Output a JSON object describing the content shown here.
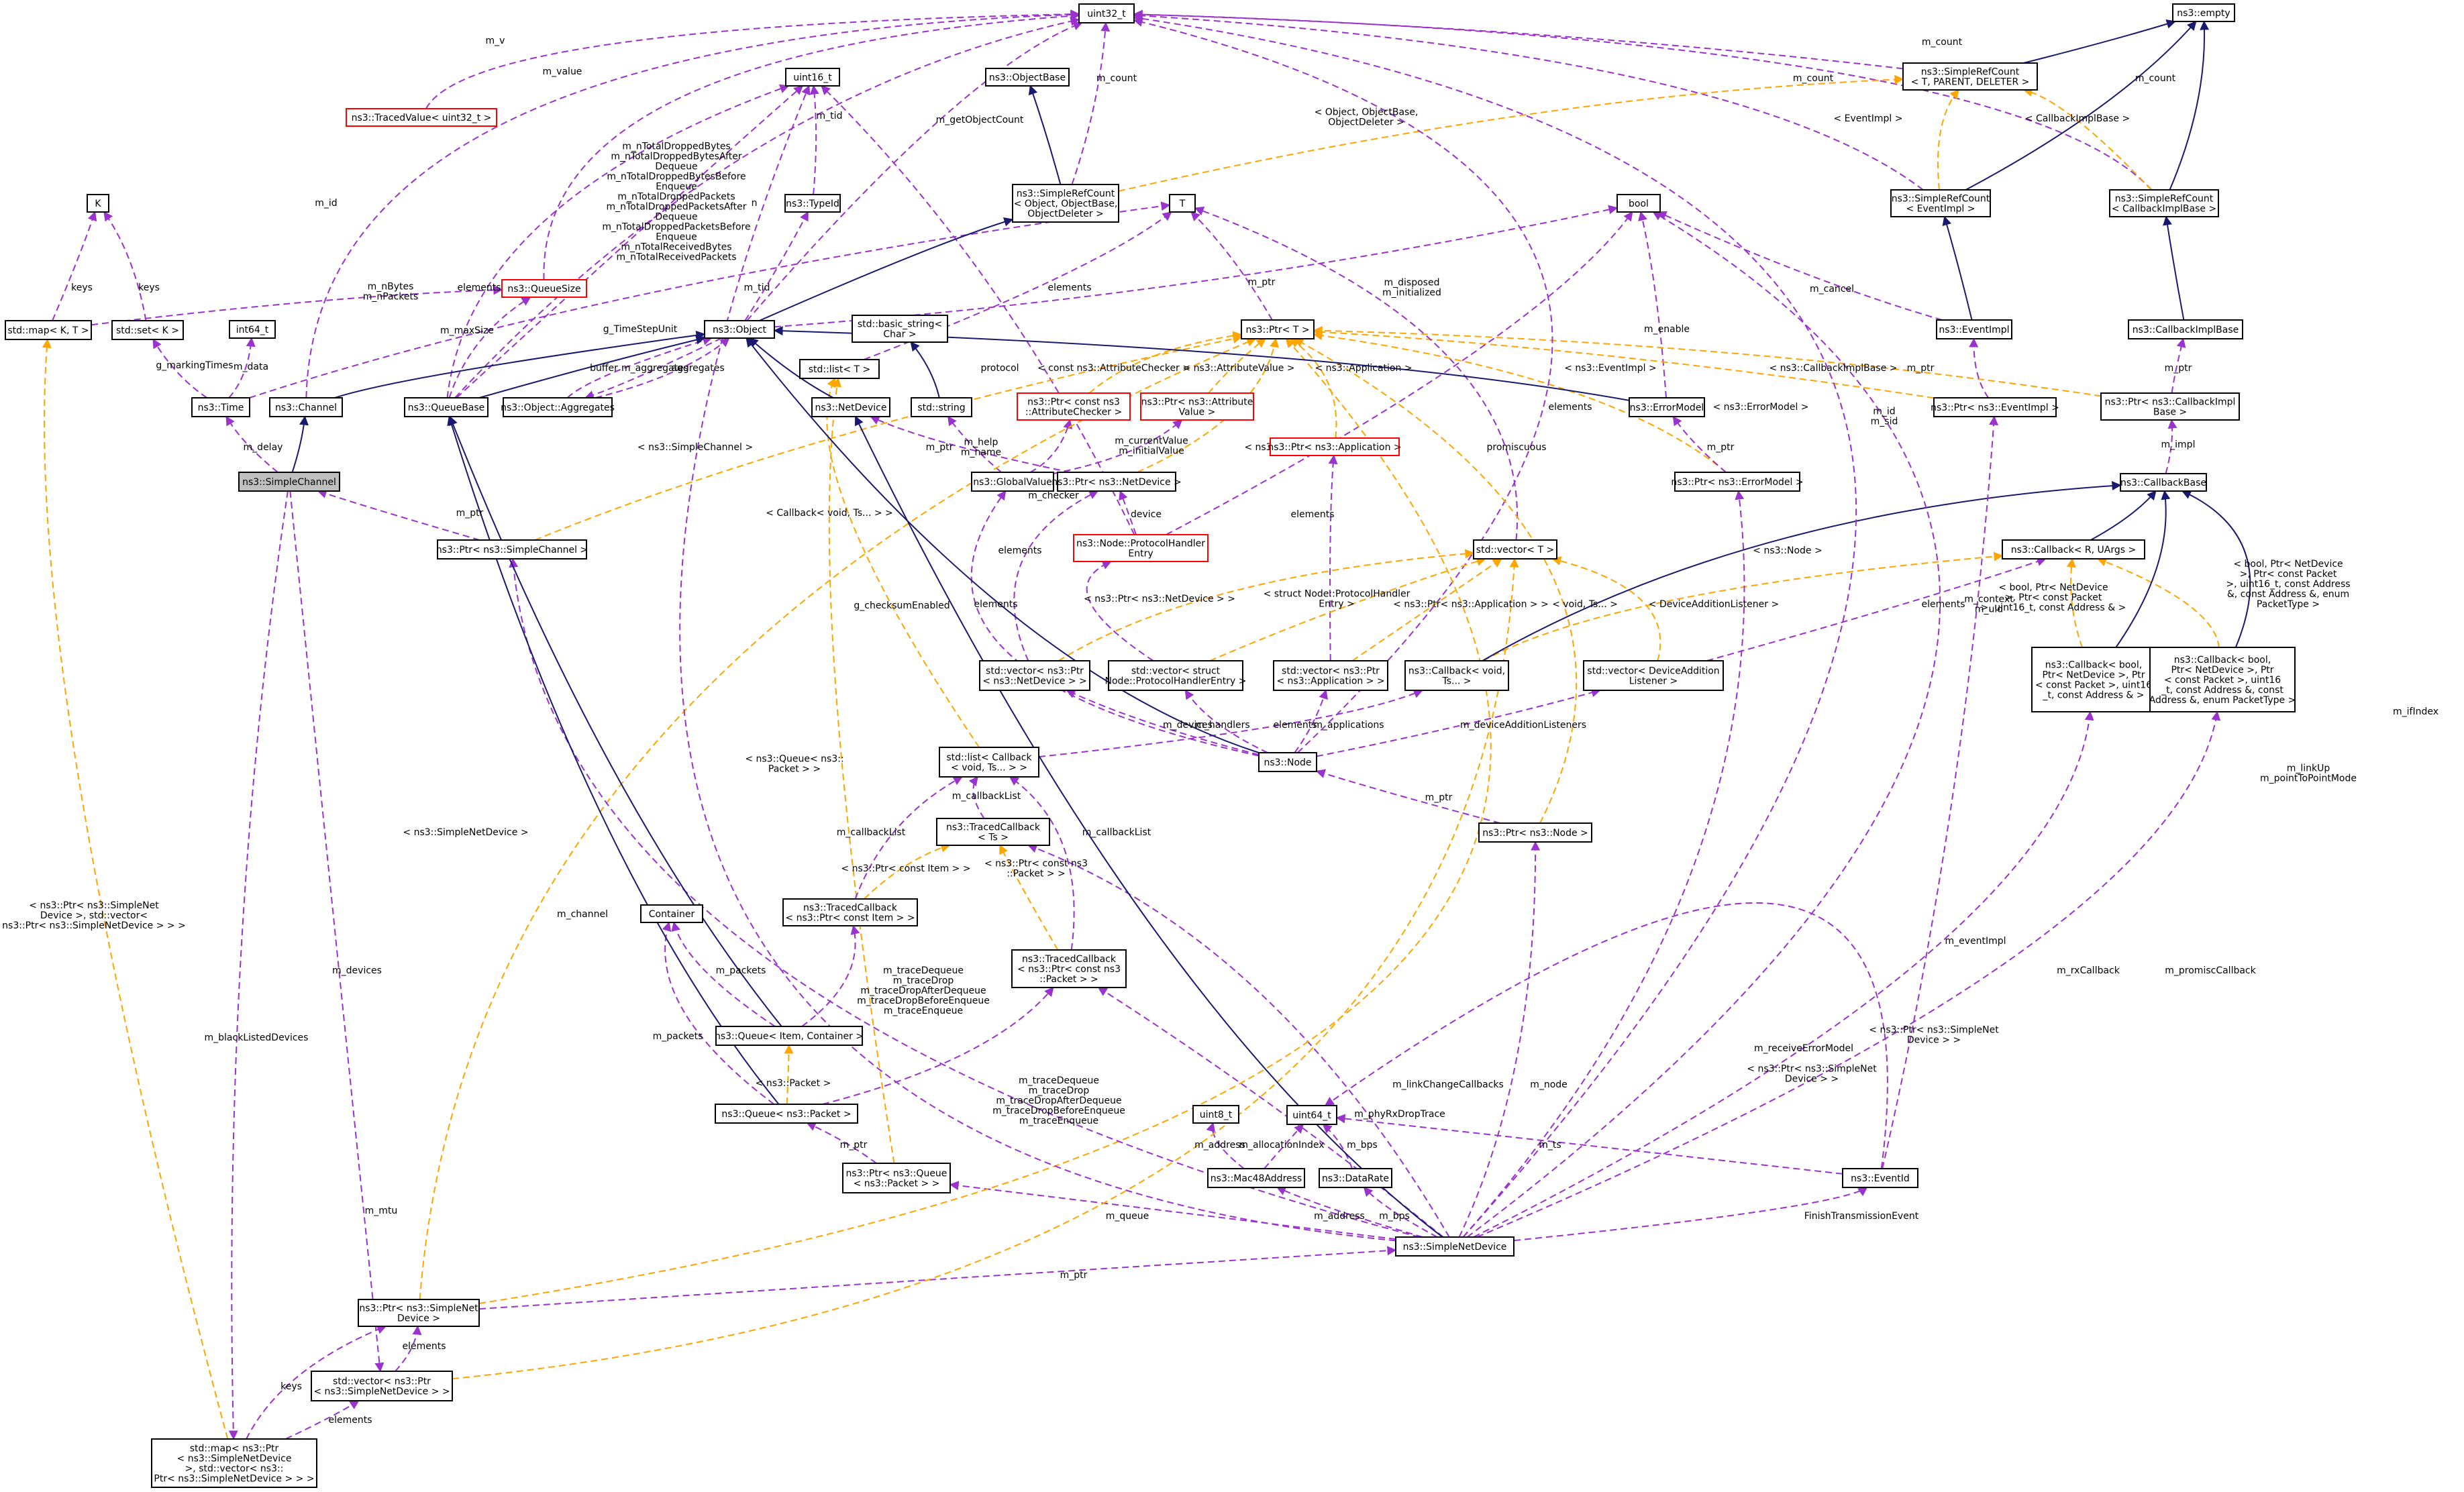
{
  "colors": {
    "usage": "#9a32cd",
    "template": "#ffa500",
    "inheritance": "#191970",
    "missing_doc": "#ff0000",
    "focus_fill": "#bfbfbf"
  },
  "nodes": {
    "uint32_t": [
      "uint32_t"
    ],
    "ns3_empty": [
      "ns3::empty"
    ],
    "traced_value": [
      "ns3::TracedValue< uint32_t >"
    ],
    "uint16_t": [
      "uint16_t"
    ],
    "object_base": [
      "ns3::ObjectBase"
    ],
    "srefcount_tpd": [
      "ns3::SimpleRefCount",
      "< T, PARENT, DELETER >"
    ],
    "srefcount_obj": [
      "ns3::SimpleRefCount",
      "< Object, ObjectBase,",
      "ObjectDeleter >"
    ],
    "K": [
      "K"
    ],
    "T": [
      "T"
    ],
    "bool": [
      "bool"
    ],
    "srefcount_event": [
      "ns3::SimpleRefCount",
      "< EventImpl >"
    ],
    "srefcount_cb": [
      "ns3::SimpleRefCount",
      "< CallbackImplBase >"
    ],
    "typeid": [
      "ns3::TypeId"
    ],
    "std_map_kt": [
      "std::map< K, T >"
    ],
    "std_set_k": [
      "std::set< K >"
    ],
    "int64_t": [
      "int64_t"
    ],
    "queue_size": [
      "ns3::QueueSize"
    ],
    "ns3_object": [
      "ns3::Object"
    ],
    "basic_string": [
      "std::basic_string<",
      "Char >"
    ],
    "ptr_t": [
      "ns3::Ptr< T >"
    ],
    "event_impl": [
      "ns3::EventImpl"
    ],
    "callback_impl_base": [
      "ns3::CallbackImplBase"
    ],
    "std_list_t": [
      "std::list< T >"
    ],
    "ns3_time": [
      "ns3::Time"
    ],
    "ns3_channel": [
      "ns3::Channel"
    ],
    "queue_base": [
      "ns3::QueueBase"
    ],
    "object_aggregates": [
      "ns3::Object::Aggregates"
    ],
    "net_device": [
      "ns3::NetDevice"
    ],
    "std_string": [
      "std::string"
    ],
    "ptr_attr_checker": [
      "ns3::Ptr< const ns3",
      "::AttributeChecker >"
    ],
    "ptr_attr_value": [
      "ns3::Ptr< ns3::Attribute",
      "Value >"
    ],
    "ptr_application": [
      "ns3::Ptr< ns3::Application >"
    ],
    "error_model": [
      "ns3::ErrorModel"
    ],
    "ptr_event_impl": [
      "ns3::Ptr< ns3::EventImpl >"
    ],
    "ptr_cb_impl": [
      "ns3::Ptr< ns3::CallbackImpl",
      "Base >"
    ],
    "simple_channel": [
      "ns3::SimpleChannel"
    ],
    "global_value": [
      "ns3::GlobalValue"
    ],
    "ptr_netdevice": [
      "ns3::Ptr< ns3::NetDevice >"
    ],
    "ptr_error_model": [
      "ns3::Ptr< ns3::ErrorModel >"
    ],
    "callback_base": [
      "ns3::CallbackBase"
    ],
    "ptr_simple_channel": [
      "ns3::Ptr< ns3::SimpleChannel >"
    ],
    "protocol_handler": [
      "ns3::Node::ProtocolHandler",
      "Entry"
    ],
    "std_vector_t": [
      "std::vector< T >"
    ],
    "callback_r_uargs": [
      "ns3::Callback< R, UArgs >"
    ],
    "vec_ptr_netdevice": [
      "std::vector< ns3::Ptr",
      "< ns3::NetDevice > >"
    ],
    "vec_handler": [
      "std::vector< struct",
      "Node::ProtocolHandlerEntry >"
    ],
    "vec_ptr_app": [
      "std::vector< ns3::Ptr",
      "< ns3::Application > >"
    ],
    "callback_void_ts": [
      "ns3::Callback< void,",
      "Ts... >"
    ],
    "vec_dev_add": [
      "std::vector< DeviceAddition",
      "Listener >"
    ],
    "callback_bool1": [
      "ns3::Callback< bool,",
      "Ptr< NetDevice >, Ptr",
      "< const Packet >, uint16",
      "_t, const Address & >"
    ],
    "callback_bool2": [
      "ns3::Callback< bool,",
      "Ptr< NetDevice >, Ptr",
      "< const Packet >, uint16",
      "_t, const Address &, const",
      "Address &, enum PacketType >"
    ],
    "list_callback": [
      "std::list< Callback",
      "< void, Ts... > >"
    ],
    "ns3_node": [
      "ns3::Node"
    ],
    "traced_cb_ts": [
      "ns3::TracedCallback",
      "< Ts >"
    ],
    "ptr_node": [
      "ns3::Ptr< ns3::Node >"
    ],
    "container": [
      "Container"
    ],
    "traced_cb_item": [
      "ns3::TracedCallback",
      "< ns3::Ptr< const Item > >"
    ],
    "traced_cb_packet": [
      "ns3::TracedCallback",
      "< ns3::Ptr< const ns3",
      "::Packet > >"
    ],
    "queue_item": [
      "ns3::Queue< Item, Container >"
    ],
    "queue_packet": [
      "ns3::Queue< ns3::Packet >"
    ],
    "uint8_t": [
      "uint8_t"
    ],
    "uint64_t": [
      "uint64_t"
    ],
    "ptr_queue": [
      "ns3::Ptr< ns3::Queue",
      "< ns3::Packet > >"
    ],
    "mac48": [
      "ns3::Mac48Address"
    ],
    "data_rate": [
      "ns3::DataRate"
    ],
    "event_id": [
      "ns3::EventId"
    ],
    "simple_net_device": [
      "ns3::SimpleNetDevice"
    ],
    "ptr_snd": [
      "ns3::Ptr< ns3::SimpleNet",
      "Device >"
    ],
    "vec_ptr_snd": [
      "std::vector< ns3::Ptr",
      "< ns3::SimpleNetDevice > >"
    ],
    "map_ptr_snd": [
      "std::map< ns3::Ptr",
      "< ns3::SimpleNetDevice",
      ">, std::vector< ns3::",
      "Ptr< ns3::SimpleNetDevice > > >"
    ]
  },
  "edge_labels": {
    "m_v": [
      "m_v"
    ],
    "m_id": [
      "m_id"
    ],
    "m_value": [
      "m_value"
    ],
    "n": [
      "n"
    ],
    "m_getObjectCount": [
      "m_getObjectCount"
    ],
    "m_count_obj": [
      "m_count"
    ],
    "m_tid_u16": [
      "m_tid"
    ],
    "m_count_tpd": [
      "m_count"
    ],
    "m_count_event": [
      "m_count"
    ],
    "m_count_cb": [
      "m_count"
    ],
    "obj_deleter": [
      "< Object, ObjectBase,",
      "ObjectDeleter >"
    ],
    "lbl_event_impl": [
      "< EventImpl >"
    ],
    "lbl_cb_impl_base": [
      "< CallbackImplBase >"
    ],
    "dropped": [
      "m_nTotalDroppedBytes",
      "m_nTotalDroppedBytesAfter",
      "Dequeue",
      "m_nTotalDroppedBytesBefore",
      "Enqueue",
      "m_nTotalDroppedPackets",
      "m_nTotalDroppedPacketsAfter",
      "Dequeue",
      "m_nTotalDroppedPacketsBefore",
      "Enqueue",
      "m_nTotalReceivedBytes",
      "m_nTotalReceivedPackets"
    ],
    "keys_map": [
      "keys"
    ],
    "keys_set": [
      "keys"
    ],
    "m_nbytes": [
      "m_nBytes",
      "m_nPackets"
    ],
    "elements_qs": [
      "elements"
    ],
    "m_tid_obj": [
      "m_tid"
    ],
    "elements_list": [
      "elements"
    ],
    "m_ptr_t": [
      "m_ptr"
    ],
    "m_disposed": [
      "m_disposed",
      "m_initialized"
    ],
    "m_enable": [
      "m_enable"
    ],
    "m_cancel": [
      "m_cancel"
    ],
    "m_maxsize": [
      "m_maxSize"
    ],
    "g_timestepunit": [
      "g_TimeStepUnit"
    ],
    "g_markingtimes": [
      "g_markingTimes"
    ],
    "m_data": [
      "m_data"
    ],
    "buffer": [
      "buffer"
    ],
    "m_aggregates": [
      "m_aggregates"
    ],
    "aggregates": [
      "aggregates"
    ],
    "protocol": [
      "protocol"
    ],
    "attr_checker": [
      "< const ns3::AttributeChecker >"
    ],
    "attr_value": [
      "< ns3::AttributeValue >"
    ],
    "lbl_application": [
      "< ns3::Application >"
    ],
    "lbl_eventimpl": [
      "< ns3::EventImpl >"
    ],
    "lbl_cbimplbase": [
      "< ns3::CallbackImplBase >"
    ],
    "m_ptr_event": [
      "m_ptr"
    ],
    "m_ptr_cb": [
      "m_ptr"
    ],
    "m_impl": [
      "m_impl"
    ],
    "m_delay": [
      "m_delay"
    ],
    "m_help": [
      "m_help",
      "m_name"
    ],
    "m_current": [
      "m_currentValue",
      "m_initialValue"
    ],
    "m_checker": [
      "m_checker"
    ],
    "m_ptr_string": [
      "m_ptr"
    ],
    "lbl_netdevice": [
      "< ns3::NetDevice >"
    ],
    "promiscuous": [
      "promiscuous"
    ],
    "elements_vec": [
      "elements"
    ],
    "lbl_errormodel": [
      "< ns3::ErrorModel >"
    ],
    "m_ptr_em": [
      "m_ptr"
    ],
    "m_id_sid": [
      "m_id",
      "m_sid"
    ],
    "lbl_simplechannel": [
      "< ns3::SimpleChannel >"
    ],
    "m_ptr_sc": [
      "m_ptr"
    ],
    "device": [
      "device"
    ],
    "elements_app": [
      "elements"
    ],
    "cb_void_ts": [
      "< Callback< void, Ts... > >"
    ],
    "elements_nd": [
      "elements"
    ],
    "elements_nd2": [
      "elements"
    ],
    "lbl_ptr_netdevice": [
      "< ns3::Ptr< ns3::NetDevice > >"
    ],
    "lbl_struct_handler": [
      "< struct Node::ProtocolHandler",
      "Entry >"
    ],
    "lbl_ptr_app": [
      "< ns3::Ptr< ns3::Application > >"
    ],
    "lbl_void_ts": [
      "< void, Ts... >"
    ],
    "lbl_dev_add": [
      "< DeviceAdditionListener >"
    ],
    "elements_dal": [
      "elements"
    ],
    "lbl_node": [
      "< ns3::Node >"
    ],
    "m_context": [
      "m_context",
      "m_uid"
    ],
    "lbl_bool1": [
      "< bool, Ptr< NetDevice",
      ">, Ptr< const Packet",
      ">, uint16_t, const Address & >"
    ],
    "lbl_bool2": [
      "< bool, Ptr< NetDevice",
      ">, Ptr< const Packet",
      ">, uint16_t, const Address",
      "&, const Address &, enum",
      "PacketType >"
    ],
    "g_checksum": [
      "g_checksumEnabled"
    ],
    "m_devices_node": [
      "m_devices"
    ],
    "m_handlers": [
      "m_handlers"
    ],
    "elements_cb": [
      "elements"
    ],
    "m_applications": [
      "m_applications"
    ],
    "m_dal": [
      "m_deviceAdditionListeners"
    ],
    "lbl_queue_packet": [
      "< ns3::Queue< ns3::",
      "Packet > >"
    ],
    "m_callbacklist": [
      "m_callbackList"
    ],
    "m_callbacklist2": [
      "m_callbackList"
    ],
    "m_callbacklist3": [
      "m_callbackList"
    ],
    "m_ptr_node": [
      "m_ptr"
    ],
    "lbl_const_item": [
      "< ns3::Ptr< const Item > >"
    ],
    "lbl_const_packet": [
      "< ns3::Ptr< const ns3",
      "::Packet > >"
    ],
    "lbl_simplenetdevice": [
      "< ns3::SimpleNetDevice >"
    ],
    "lbl_map_ptr": [
      "< ns3::Ptr< ns3::SimpleNet",
      "Device >, std::vector<",
      "ns3::Ptr< ns3::SimpleNetDevice > > >"
    ],
    "m_packets": [
      "m_packets"
    ],
    "m_packets2": [
      "m_packets"
    ],
    "trace1": [
      "m_traceDequeue",
      "m_traceDrop",
      "m_traceDropAfterDequeue",
      "m_traceDropBeforeEnqueue",
      "m_traceEnqueue"
    ],
    "trace2": [
      "m_traceDequeue",
      "m_traceDrop",
      "m_traceDropAfterDequeue",
      "m_traceDropBeforeEnqueue",
      "m_traceEnqueue"
    ],
    "lbl_packet": [
      "< ns3::Packet >"
    ],
    "m_ptr_queue": [
      "m_ptr"
    ],
    "m_address": [
      "m_address"
    ],
    "m_allocation": [
      "m_allocationIndex"
    ],
    "m_bps": [
      "m_bps"
    ],
    "m_ts": [
      "m_ts"
    ],
    "m_phyrx": [
      "m_phyRxDropTrace"
    ],
    "m_linkchange": [
      "m_linkChangeCallbacks"
    ],
    "m_node": [
      "m_node"
    ],
    "m_receive_em": [
      "m_receiveErrorModel"
    ],
    "m_eventimpl": [
      "m_eventImpl"
    ],
    "m_rxcallback": [
      "m_rxCallback"
    ],
    "m_promisc": [
      "m_promiscCallback"
    ],
    "m_linkup": [
      "m_linkUp",
      "m_pointToPointMode"
    ],
    "m_ifindex": [
      "m_ifIndex"
    ],
    "m_queue": [
      "m_queue"
    ],
    "m_address2": [
      "m_address"
    ],
    "m_bps2": [
      "m_bps"
    ],
    "finish_tx": [
      "FinishTransmissionEvent"
    ],
    "lbl_ptr_snd": [
      "< ns3::Ptr< ns3::SimpleNet",
      "Device > >"
    ],
    "m_ptr_snd": [
      "m_ptr"
    ],
    "m_channel": [
      "m_channel"
    ],
    "m_mtu": [
      "m_mtu"
    ],
    "m_devices_sc": [
      "m_devices"
    ],
    "m_blacklisted": [
      "m_blackListedDevices"
    ],
    "elements_snd": [
      "elements"
    ],
    "keys_snd": [
      "keys"
    ],
    "elements_map": [
      "elements"
    ]
  }
}
